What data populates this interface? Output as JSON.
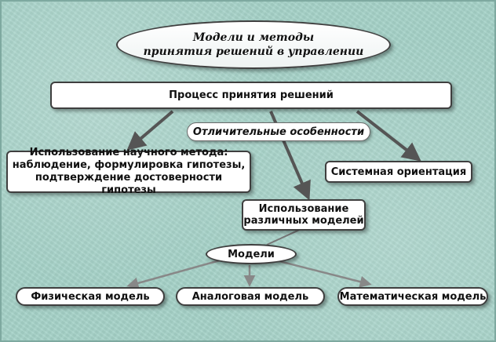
{
  "diagram": {
    "title": "Модели и методы\nпринятия решений в управлении",
    "process": "Процесс принятия решений",
    "features_label": "Отличительные особенности",
    "scientific_method": "Использование научного метода:\nнаблюдение, формулировка гипотезы,\nподтверждение достоверности гипотезы",
    "systems_orientation": "Системная ориентация",
    "using_models": "Использование\nразличных моделей",
    "models": "Модели",
    "physical_model": "Физическая модель",
    "analog_model": "Аналоговая модель",
    "math_model": "Математическая модель"
  },
  "colors": {
    "background": "#a6d2c8",
    "node_fill": "#ffffff",
    "node_border": "#3f3f3f",
    "arrow_dark": "#555555",
    "arrow_light": "#8a8a8a"
  }
}
